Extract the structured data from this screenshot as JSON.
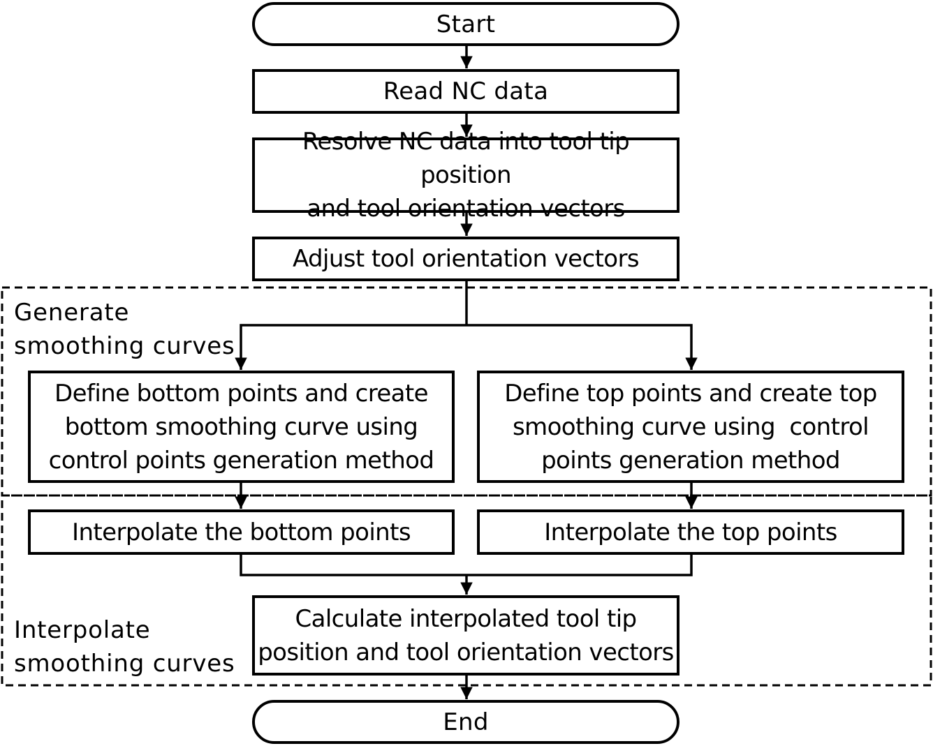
{
  "flowchart": {
    "start": "Start",
    "read_nc": "Read NC data",
    "resolve": "Resolve NC data into tool tip position\nand tool orientation vectors",
    "adjust": "Adjust tool orientation vectors",
    "define_bottom": "Define bottom points and create\nbottom smoothing curve using\ncontrol points generation method",
    "define_top": "Define top points and create top\nsmoothing curve using  control\npoints generation method",
    "interp_bottom": "Interpolate the bottom points",
    "interp_top": "Interpolate the top points",
    "calculate": "Calculate interpolated tool tip\nposition and tool orientation vectors",
    "end": "End"
  },
  "groups": {
    "generate": "Generate\nsmoothing curves",
    "interpolate": "Interpolate\nsmoothing curves"
  }
}
